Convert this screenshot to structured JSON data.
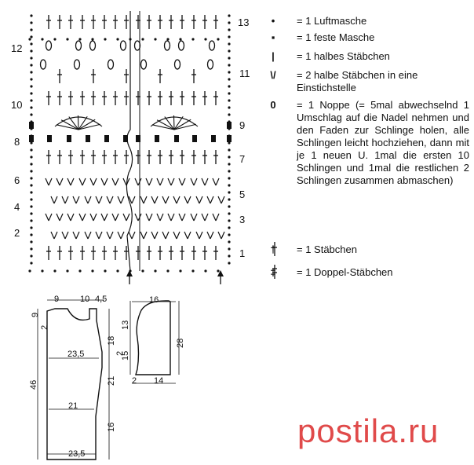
{
  "chart": {
    "row_numbers_left": [
      "12",
      "10",
      "8",
      "6",
      "4",
      "2"
    ],
    "row_numbers_right": [
      "13",
      "11",
      "9",
      "7",
      "5",
      "3",
      "1"
    ]
  },
  "legend": [
    {
      "symbol": "•",
      "text": "= 1 Luftmasche"
    },
    {
      "symbol": "▪",
      "text": "= 1 feste Masche"
    },
    {
      "symbol": "|",
      "text": "= 1 halbes Stäbchen"
    },
    {
      "symbol": "\\/",
      "text": "= 2 halbe Stäbchen in eine Einstichstelle"
    },
    {
      "symbol": "0",
      "text": "= 1 Noppe (= 5mal abwechselnd 1 Umschlag auf die Nadel nehmen und den Faden zur Schlinge holen, alle Schlingen leicht hochziehen, dann mit je 1 neuen U. 1mal die ersten 10 Schlingen und 1mal die restlichen 2 Schlingen zusammen abmaschen)"
    },
    {
      "symbol": "†",
      "text": "= 1 Stäbchen"
    },
    {
      "symbol": "‡",
      "text": "= 1 Doppel-Stäbchen"
    }
  ],
  "schematic_body": {
    "top_a": "9",
    "top_b": "10",
    "top_c": "4,5",
    "left_a": "9",
    "left_b": "2",
    "armhole": "18",
    "side_upper": "2",
    "total_len": "46",
    "side_lower": "21",
    "hem": "16",
    "width_chest": "23,5",
    "width_waist": "21",
    "width_hem": "23,5"
  },
  "schematic_sleeve": {
    "top": "16",
    "cap_a": "13",
    "cap_b": "15",
    "len": "28",
    "cuff_a": "2",
    "cuff_b": "14"
  },
  "watermark": "postila.ru"
}
